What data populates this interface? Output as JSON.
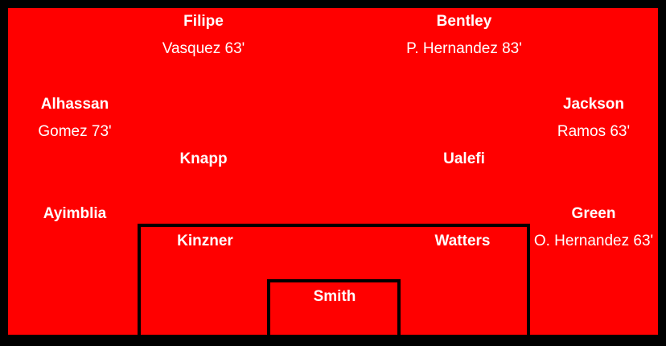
{
  "colors": {
    "pitch": "#ff0000",
    "border": "#000000",
    "text": "#ffffff"
  },
  "players": {
    "filipe": {
      "name": "Filipe",
      "sub": "Vasquez 63'"
    },
    "bentley": {
      "name": "Bentley",
      "sub": "P. Hernandez 83'"
    },
    "alhassan": {
      "name": "Alhassan",
      "sub": "Gomez 73'"
    },
    "jackson": {
      "name": "Jackson",
      "sub": "Ramos 63'"
    },
    "knapp": {
      "name": "Knapp"
    },
    "ualefi": {
      "name": "Ualefi"
    },
    "ayimblia": {
      "name": "Ayimblia"
    },
    "green": {
      "name": "Green",
      "sub": "O. Hernandez 63'"
    },
    "kinzner": {
      "name": "Kinzner"
    },
    "watters": {
      "name": "Watters"
    },
    "smith": {
      "name": "Smith"
    }
  }
}
